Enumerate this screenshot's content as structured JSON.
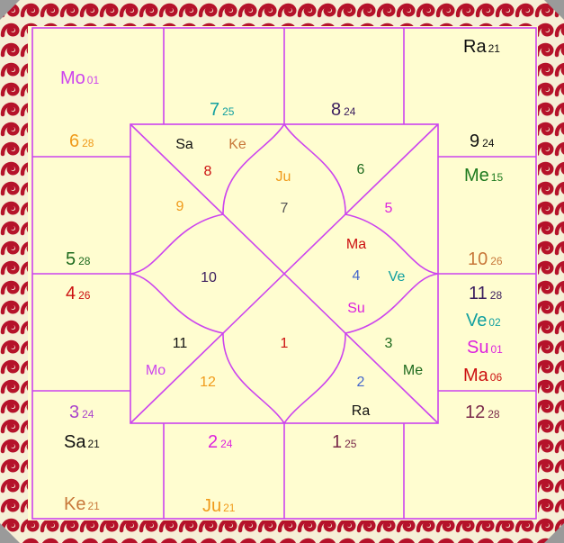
{
  "colors": {
    "background": "#fffdd0",
    "border": "#b5122a",
    "lines": "#cc44ee"
  },
  "outer_labels": [
    {
      "name": "label-mo-01",
      "text": "Mo",
      "sub": "01",
      "color": "#cc44ee"
    },
    {
      "name": "label-6-28",
      "text": "6",
      "sub": "28",
      "color": "#f09a1a"
    },
    {
      "name": "label-7-25",
      "text": "7",
      "sub": "25",
      "color": "#12a0a0"
    },
    {
      "name": "label-8-24",
      "text": "8",
      "sub": "24",
      "color": "#3b1e5e"
    },
    {
      "name": "label-ra-21",
      "text": "Ra",
      "sub": "21",
      "color": "#111111"
    },
    {
      "name": "label-9-24",
      "text": "9",
      "sub": "24",
      "color": "#111111"
    },
    {
      "name": "label-me-15",
      "text": "Me",
      "sub": "15",
      "color": "#1e7a1e"
    },
    {
      "name": "label-5-28",
      "text": "5",
      "sub": "28",
      "color": "#1e6a1e"
    },
    {
      "name": "label-4-26",
      "text": "4",
      "sub": "26",
      "color": "#cc1111"
    },
    {
      "name": "label-10-26",
      "text": "10",
      "sub": "26",
      "color": "#c8783a"
    },
    {
      "name": "label-11-28",
      "text": "11",
      "sub": "28",
      "color": "#3b1e5e"
    },
    {
      "name": "label-ve-02",
      "text": "Ve",
      "sub": "02",
      "color": "#12a0a0"
    },
    {
      "name": "label-su-01",
      "text": "Su",
      "sub": "01",
      "color": "#dd22dd"
    },
    {
      "name": "label-ma-06",
      "text": "Ma",
      "sub": "06",
      "color": "#cc1111"
    },
    {
      "name": "label-3-24",
      "text": "3",
      "sub": "24",
      "color": "#aa44cc"
    },
    {
      "name": "label-sa-21",
      "text": "Sa",
      "sub": "21",
      "color": "#111111"
    },
    {
      "name": "label-ke-21",
      "text": "Ke",
      "sub": "21",
      "color": "#c8783a"
    },
    {
      "name": "label-2-24",
      "text": "2",
      "sub": "24",
      "color": "#dd22dd"
    },
    {
      "name": "label-1-25",
      "text": "1",
      "sub": "25",
      "color": "#7a2a4a"
    },
    {
      "name": "label-12-28",
      "text": "12",
      "sub": "28",
      "color": "#7a2a4a"
    },
    {
      "name": "label-ju-21",
      "text": "Ju",
      "sub": "21",
      "color": "#f09a1a"
    }
  ],
  "inner_labels": [
    {
      "name": "inner-sa",
      "text": "Sa",
      "color": "#111111"
    },
    {
      "name": "inner-ke",
      "text": "Ke",
      "color": "#c8783a"
    },
    {
      "name": "inner-house-8",
      "text": "8",
      "color": "#cc1111"
    },
    {
      "name": "inner-ju",
      "text": "Ju",
      "color": "#f09a1a"
    },
    {
      "name": "inner-house-7",
      "text": "7",
      "color": "#555555"
    },
    {
      "name": "inner-house-6",
      "text": "6",
      "color": "#1e6a1e"
    },
    {
      "name": "inner-house-9",
      "text": "9",
      "color": "#f09a1a"
    },
    {
      "name": "inner-house-5",
      "text": "5",
      "color": "#dd22dd"
    },
    {
      "name": "inner-ma",
      "text": "Ma",
      "color": "#cc1111"
    },
    {
      "name": "inner-house-10",
      "text": "10",
      "color": "#3b1e5e"
    },
    {
      "name": "inner-house-4",
      "text": "4",
      "color": "#4466cc"
    },
    {
      "name": "inner-ve",
      "text": "Ve",
      "color": "#12a0a0"
    },
    {
      "name": "inner-su",
      "text": "Su",
      "color": "#dd22dd"
    },
    {
      "name": "inner-house-11",
      "text": "11",
      "color": "#111111"
    },
    {
      "name": "inner-house-1",
      "text": "1",
      "color": "#cc1111"
    },
    {
      "name": "inner-house-3",
      "text": "3",
      "color": "#1e6a1e"
    },
    {
      "name": "inner-mo",
      "text": "Mo",
      "color": "#cc44ee"
    },
    {
      "name": "inner-house-12",
      "text": "12",
      "color": "#f09a1a"
    },
    {
      "name": "inner-me",
      "text": "Me",
      "color": "#1e6a1e"
    },
    {
      "name": "inner-house-2",
      "text": "2",
      "color": "#4466cc"
    },
    {
      "name": "inner-ra",
      "text": "Ra",
      "color": "#111111"
    }
  ]
}
